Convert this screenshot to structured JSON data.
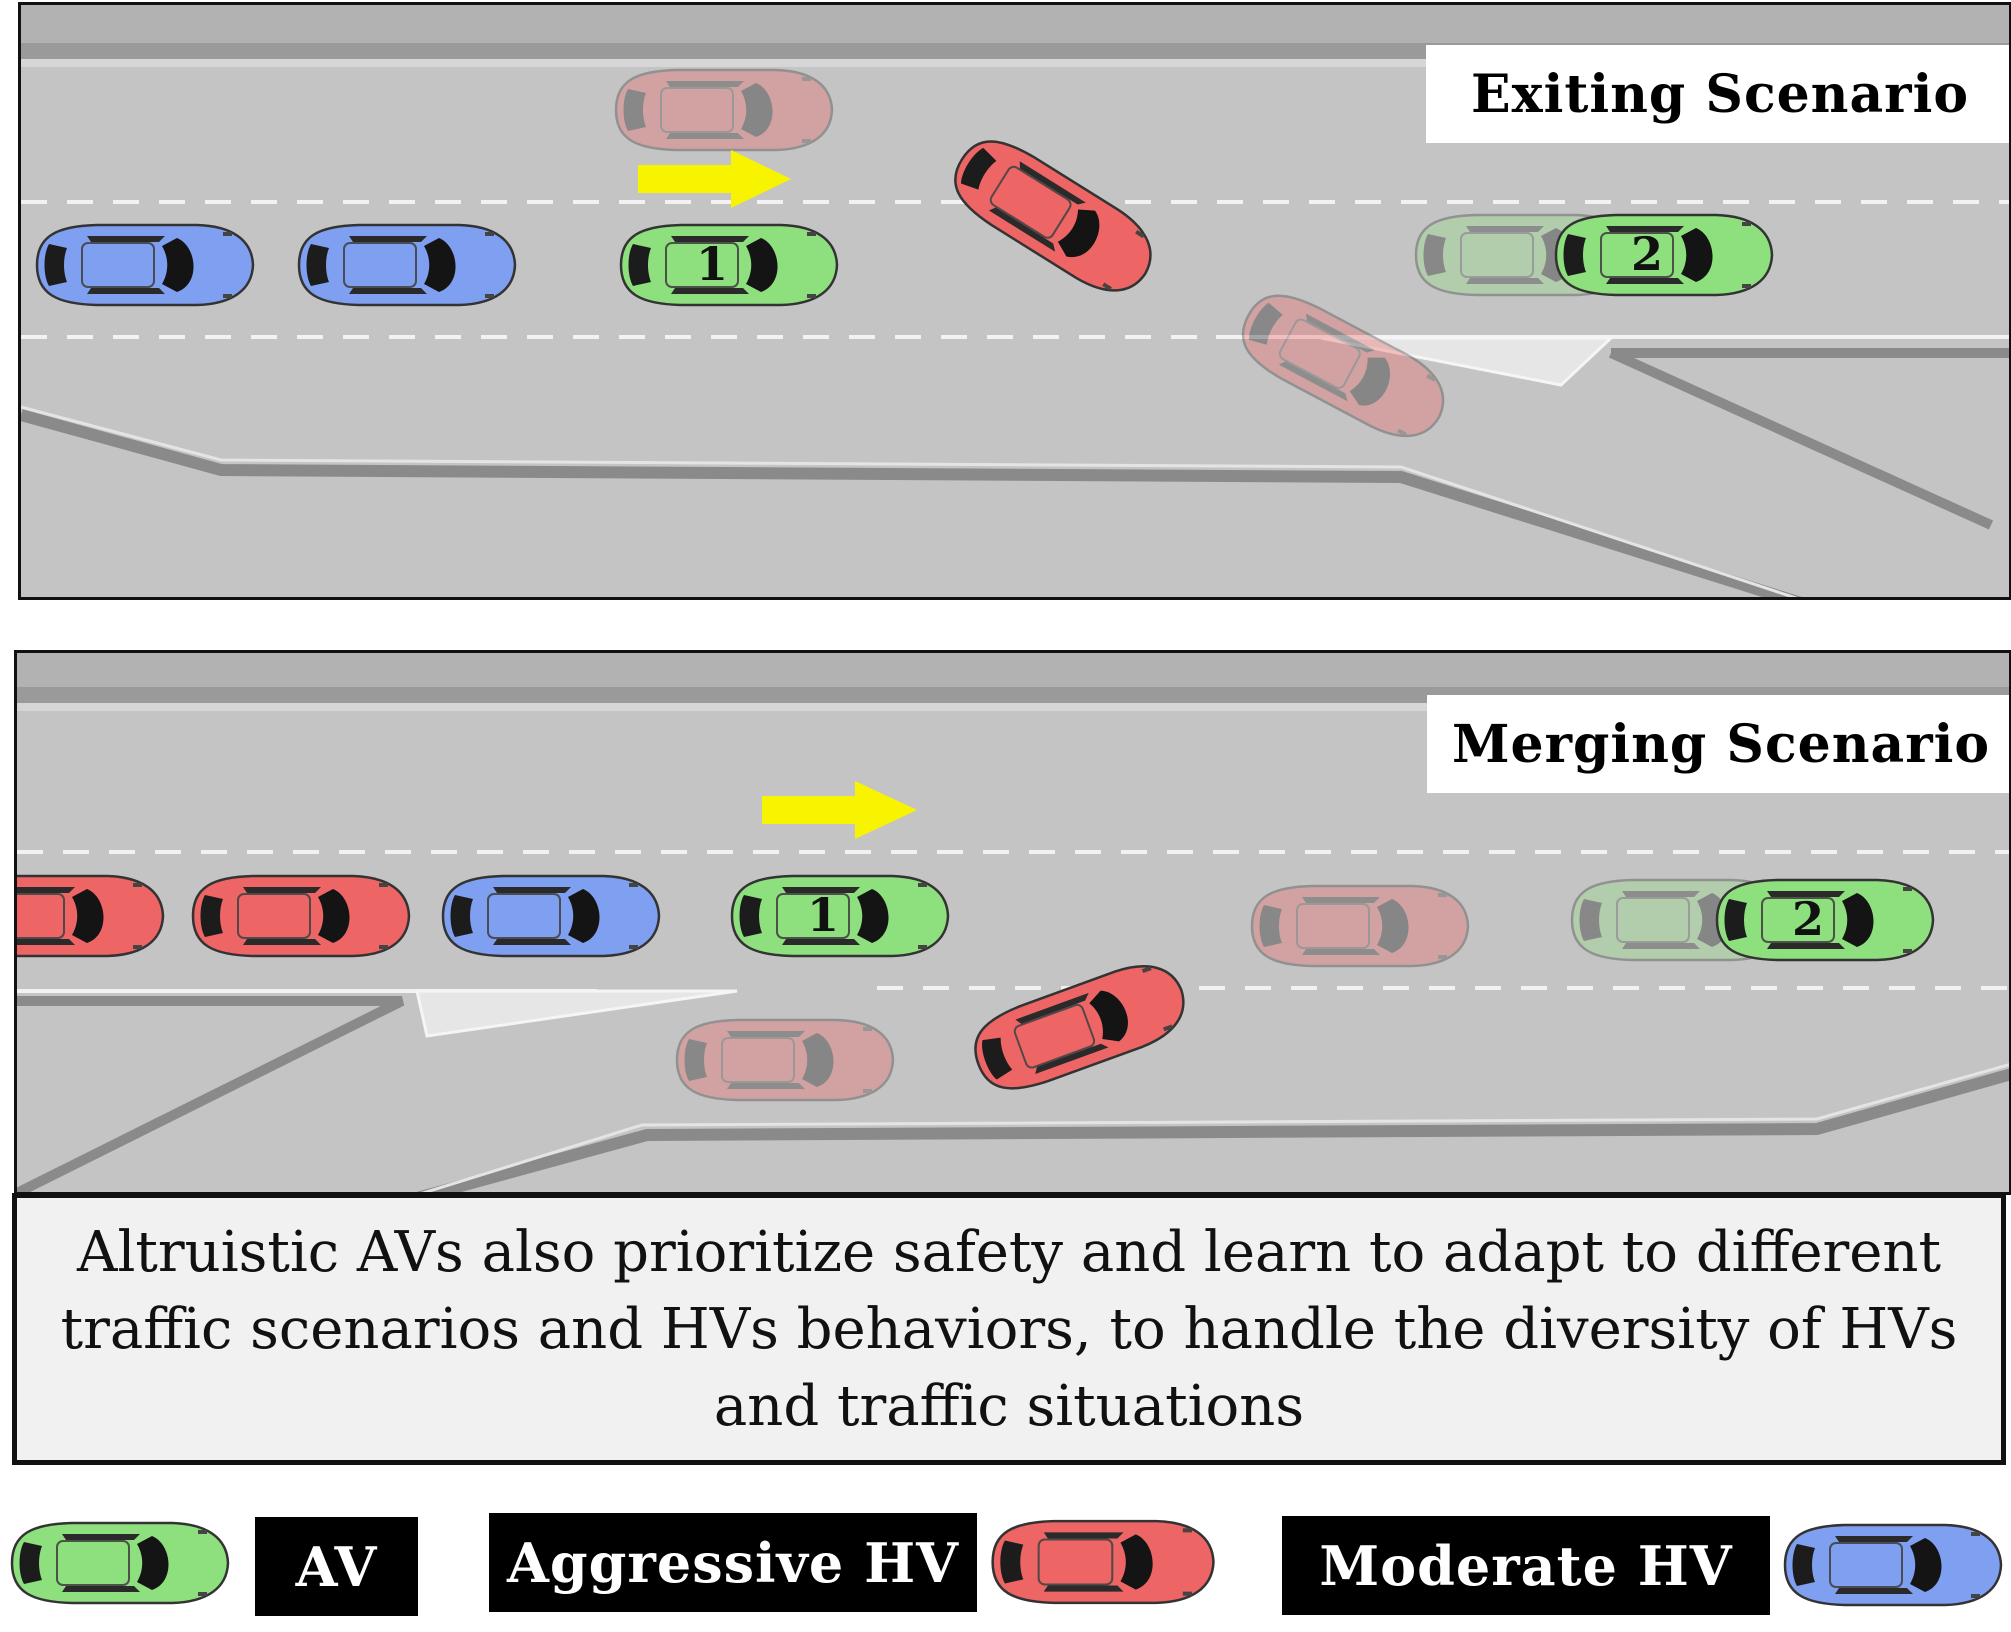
{
  "scenarios": [
    {
      "label": "Exiting Scenario",
      "av_numbers": [
        "1",
        "2"
      ]
    },
    {
      "label": "Merging Scenario",
      "av_numbers": [
        "1",
        "2"
      ]
    }
  ],
  "caption": "Altruistic AVs also prioritize safety and learn to adapt to different traffic scenarios and HVs behaviors, to handle the diversity of HVs and traffic situations",
  "legend": {
    "av": "AV",
    "aggressive": "Aggressive HV",
    "moderate": "Moderate HV"
  },
  "colors": {
    "av": "#8ee07e",
    "aggressive": "#ee6565",
    "moderate": "#7f9ff0",
    "arrow": "#f8f400",
    "road": "#c4c4c4"
  }
}
